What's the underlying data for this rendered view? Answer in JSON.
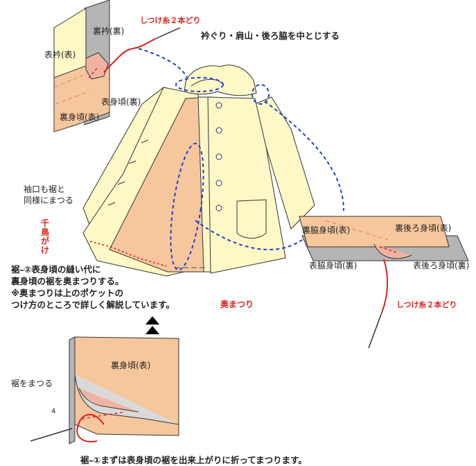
{
  "top_inset": {
    "basting_label": "しつけ糸２本どり",
    "under_collar": "裏衿(裏)",
    "top_collar": "表衿(表)",
    "outer_body_wrong": "表身頃(裏)",
    "lining_body_right": "裏身頃(表)"
  },
  "instruction_top": "衿ぐり・肩山・後ろ脇を中とじする",
  "coat_labels": {
    "sleeve_note_line1": "袖口も裾と",
    "sleeve_note_line2": "同様にまつる",
    "herringbone": "千鳥がけ",
    "blind_stitch": "奥まつり"
  },
  "right_inset": {
    "lining_side_right": "裏脇身頃(表)",
    "lining_back_right": "裏後ろ身頃(表)",
    "outer_side_wrong": "表脇身頃(裏)",
    "outer_back_wrong": "表後ろ身頃(裏)",
    "basting_label": "しつけ糸２本どり"
  },
  "step2_note": {
    "line1": "裾–②表身頃の縫い代に",
    "line2": "裏身頃の裾を奥まつりする。",
    "line3": "※奥まつりは上のポケットの",
    "line4": "つけ方のところで詳しく解説しています。"
  },
  "bottom_inset": {
    "lining_body_right": "裏身頃(表)",
    "hem_label": "裾をまつる",
    "number_label": "4"
  },
  "step1_caption": "裾–①まずは表身頃の裾を出来上がりに折ってまつります。",
  "colors": {
    "coat_fill": "#fdf8c6",
    "lining_fill": "#f6c79c",
    "gray_fill": "#b5b5b5",
    "thread_red": "#e0201a",
    "dash_blue": "#1f3fd1",
    "outline": "#333333"
  }
}
